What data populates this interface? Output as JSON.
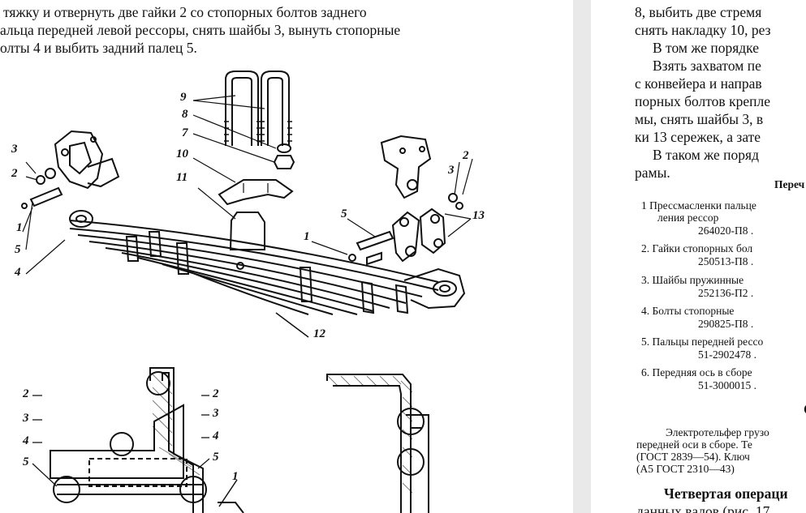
{
  "left": {
    "lines": [
      "тяжку и отвернуть две  гайки 2 со стопорных  болтов  заднего",
      "альца передней левой рессоры, снять шайбы 3, вынуть стопорные",
      "олты 4 и выбить задний палец 5."
    ],
    "figure_labels": {
      "n9": "9",
      "n8": "8",
      "n7": "7",
      "n10": "10",
      "n11": "11",
      "n3a": "3",
      "n2a": "2",
      "n1a": "1",
      "n5a": "5",
      "n4a": "4",
      "n5b": "5",
      "n1b": "1",
      "n13": "13",
      "n3b": "3",
      "n2b": "2",
      "n12": "12",
      "s2": "2",
      "s3": "3",
      "s4": "4",
      "s5": "5",
      "t2": "2",
      "t3": "3",
      "t4": "4",
      "t5": "5",
      "t1": "1"
    }
  },
  "right": {
    "lines": [
      "8, выбить две стремя",
      "снять накладку 10, рез",
      "В том же порядке",
      "Взять захватом пе",
      "с конвейера и направ",
      "порных болтов крепле",
      "мы, снять шайбы 3, в",
      "ки 13 сережек, а зате",
      "В таком же поряд",
      "рамы."
    ],
    "table_header": "Переч",
    "items": [
      {
        "text1": "1  Прессмасленки пальце",
        "text2": "ления  рессор",
        "code": "264020-П8      ."
      },
      {
        "text1": "2. Гайки  стопорных  бол",
        "text2": "",
        "code": "250513-П8      ."
      },
      {
        "text1": "3. Шайбы  пружинные",
        "text2": "",
        "code": "252136-П2      ."
      },
      {
        "text1": "4. Болты  стопорные",
        "text2": "",
        "code": "290825-П8      ."
      },
      {
        "text1": "5. Пальцы  передней  рессо",
        "text2": "",
        "code": "51-2902478     ."
      },
      {
        "text1": "6. Передняя ось в сборе",
        "text2": "",
        "code": "51-3000015     ."
      }
    ],
    "section_letter": "С",
    "equip_lines": [
      "Электротельфер  грузо",
      "передней оси в сборе.  Те",
      "(ГОСТ 2839—54).  Ключ",
      "(А5 ГОСТ 2310—43)"
    ],
    "operation_title": "Четвертая операци",
    "last_line": "данных валов (рис. 17"
  }
}
